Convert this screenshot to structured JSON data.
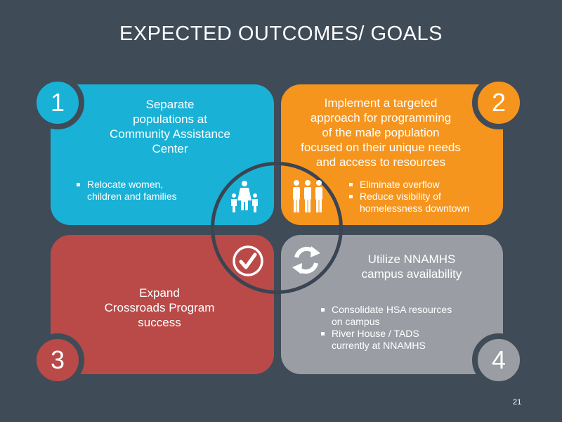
{
  "slide": {
    "title": "EXPECTED OUTCOMES/ GOALS",
    "page_number": "21",
    "colors": {
      "background": "#404b58",
      "card1": "#1ab1d6",
      "card2": "#f5951e",
      "card3": "#b94a48",
      "card4": "#9a9ea4"
    }
  },
  "cards": [
    {
      "number": "1",
      "heading": "Separate populations at Community Assistance Center",
      "heading_lines": [
        "Separate",
        "populations at",
        "Community Assistance",
        "Center"
      ],
      "bullets": [
        "Relocate women, children and families"
      ],
      "bullet_lines": [
        [
          "Relocate women,",
          "children and families"
        ]
      ],
      "icon": "family-icon"
    },
    {
      "number": "2",
      "heading": "Implement a targeted approach for programming of the male population focused on their unique needs and access to resources",
      "heading_lines": [
        "Implement a targeted",
        "approach for programming",
        "of the male population",
        "focused on their unique needs",
        "and access to resources"
      ],
      "bullets": [
        "Eliminate overflow",
        "Reduce visibility of homelessness downtown"
      ],
      "bullet_lines": [
        [
          "Eliminate overflow"
        ],
        [
          "Reduce visibility of",
          "homelessness downtown"
        ]
      ],
      "icon": "men-group-icon"
    },
    {
      "number": "3",
      "heading": "Expand Crossroads Program success",
      "heading_lines": [
        "Expand",
        "Crossroads Program",
        "success"
      ],
      "bullets": [],
      "icon": "checkmark-icon"
    },
    {
      "number": "4",
      "heading": "Utilize NNAMHS campus availability",
      "heading_lines": [
        "Utilize NNAMHS",
        "campus availability"
      ],
      "bullets": [
        "Consolidate HSA resources on campus",
        "River House / TADS currently at NNAMHS"
      ],
      "bullet_lines": [
        [
          "Consolidate HSA resources",
          "on campus"
        ],
        [
          "River House / TADS",
          "currently at NNAMHS"
        ]
      ],
      "icon": "refresh-icon"
    }
  ]
}
